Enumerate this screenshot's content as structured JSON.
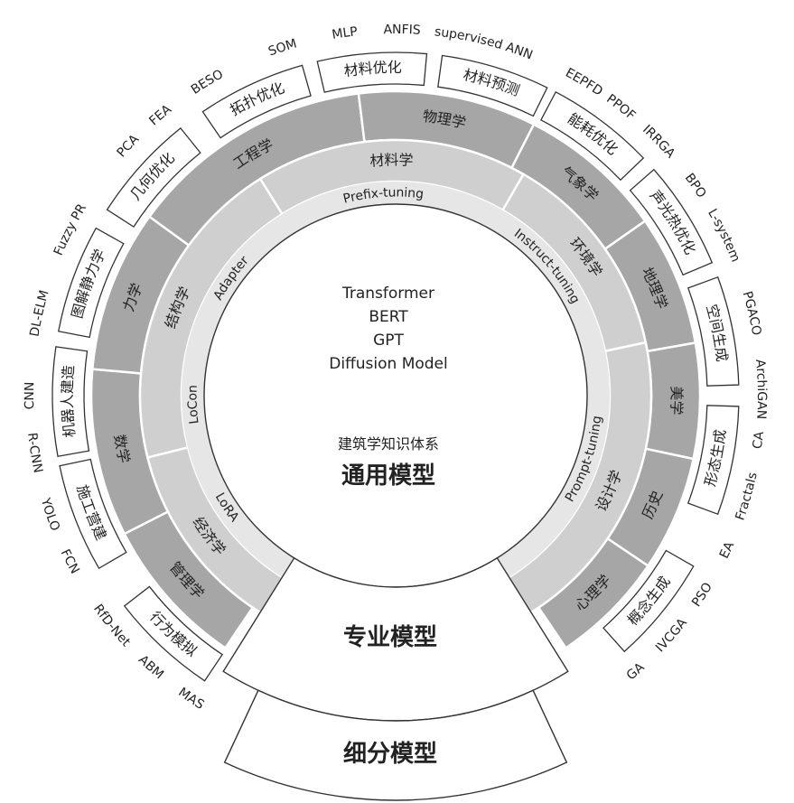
{
  "center": {
    "lines": [
      "Transformer",
      "BERT",
      "GPT",
      "Diffusion Model"
    ],
    "subtitle": "建筑学知识体系",
    "title": "通用模型"
  },
  "bottom": {
    "specialized": "专业模型",
    "fine": "细分模型"
  },
  "tuning_ring": [
    {
      "label": "Prefix-tuning",
      "a0": -34,
      "a1": 27
    },
    {
      "label": "Instruct-tuning",
      "a0": 27,
      "a1": 72
    },
    {
      "label": "Prompt-tuning",
      "a0": 77,
      "a1": 140
    },
    {
      "label": "LoRA",
      "a0": -140,
      "a1": -107
    },
    {
      "label": "LoCon",
      "a0": -107,
      "a1": -78
    },
    {
      "label": "Adapter",
      "a0": -75,
      "a1": -34
    }
  ],
  "discipline_ring": [
    {
      "label": "材料学",
      "a0": -32,
      "a1": 30
    },
    {
      "label": "环境学",
      "a0": 30,
      "a1": 78
    },
    {
      "label": "设计学",
      "a0": 78,
      "a1": 150
    },
    {
      "label": "经济学",
      "a0": -150,
      "a1": -104
    },
    {
      "label": "结构学",
      "a0": -104,
      "a1": -32
    }
  ],
  "outer_ring": [
    {
      "label": "工程学",
      "a0": -54,
      "a1": -7,
      "shade": "#a6a6a6"
    },
    {
      "label": "物理学",
      "a0": -7,
      "a1": 27,
      "shade": "#a6a6a6"
    },
    {
      "label": "气象学",
      "a0": 27,
      "a1": 55,
      "shade": "#a6a6a6"
    },
    {
      "label": "地理学",
      "a0": 55,
      "a1": 80,
      "shade": "#a6a6a6"
    },
    {
      "label": "美学",
      "a0": 80,
      "a1": 102,
      "shade": "#a6a6a6"
    },
    {
      "label": "历史",
      "a0": 102,
      "a1": 124,
      "shade": "#a6a6a6"
    },
    {
      "label": "心理学",
      "a0": 124,
      "a1": 146,
      "shade": "#a6a6a6"
    },
    {
      "label": "管理学",
      "a0": -146,
      "a1": -117,
      "shade": "#a6a6a6"
    },
    {
      "label": "数学",
      "a0": -117,
      "a1": -85,
      "shade": "#a6a6a6"
    },
    {
      "label": "力学",
      "a0": -85,
      "a1": -54,
      "shade": "#a6a6a6"
    }
  ],
  "application_boxes": [
    {
      "label": "材料优化",
      "angle": -4
    },
    {
      "label": "材料预测",
      "angle": 17
    },
    {
      "label": "能耗优化",
      "angle": 37
    },
    {
      "label": "声光热优化",
      "angle": 58
    },
    {
      "label": "空间生成",
      "angle": 79
    },
    {
      "label": "形态生成",
      "angle": 101
    },
    {
      "label": "概念生成",
      "angle": 129
    },
    {
      "label": "行为模拟",
      "angle": -137
    },
    {
      "label": "施工营建",
      "angle": -111
    },
    {
      "label": "机器人建造",
      "angle": -91
    },
    {
      "label": "图解静力学",
      "angle": -70
    },
    {
      "label": "几何优化",
      "angle": -48
    },
    {
      "label": "拓扑优化",
      "angle": -25
    }
  ],
  "methods": [
    {
      "label": "MLP",
      "angle": -8
    },
    {
      "label": "ANFIS",
      "angle": 1
    },
    {
      "label": "supervised ANN",
      "angle": 14
    },
    {
      "label": "EEPFD",
      "angle": 31
    },
    {
      "label": "PPOF",
      "angle": 38
    },
    {
      "label": "IRRGA",
      "angle": 46
    },
    {
      "label": "BPO",
      "angle": 55
    },
    {
      "label": "L-system",
      "angle": 64
    },
    {
      "label": "PGACO",
      "angle": 77
    },
    {
      "label": "ArchiGAN",
      "angle": 89
    },
    {
      "label": "CA",
      "angle": 97
    },
    {
      "label": "Fractals",
      "angle": 106
    },
    {
      "label": "EA",
      "angle": 115
    },
    {
      "label": "PSO",
      "angle": 123
    },
    {
      "label": "IVCGA",
      "angle": 131
    },
    {
      "label": "GA",
      "angle": 139
    },
    {
      "label": "MAS",
      "angle": -146
    },
    {
      "label": "ABM",
      "angle": -138
    },
    {
      "label": "RfD-Net",
      "angle": -129
    },
    {
      "label": "FCN",
      "angle": -117
    },
    {
      "label": "YOLO",
      "angle": -109
    },
    {
      "label": "R-CNN",
      "angle": -99
    },
    {
      "label": "CNN",
      "angle": -90
    },
    {
      "label": "DL-ELM",
      "angle": -77
    },
    {
      "label": "Fuzzy PR",
      "angle": -63
    },
    {
      "label": "PCA",
      "angle": -47
    },
    {
      "label": "FEA",
      "angle": -40
    },
    {
      "label": "BESO",
      "angle": -31
    },
    {
      "label": "SOM",
      "angle": -18
    }
  ]
}
